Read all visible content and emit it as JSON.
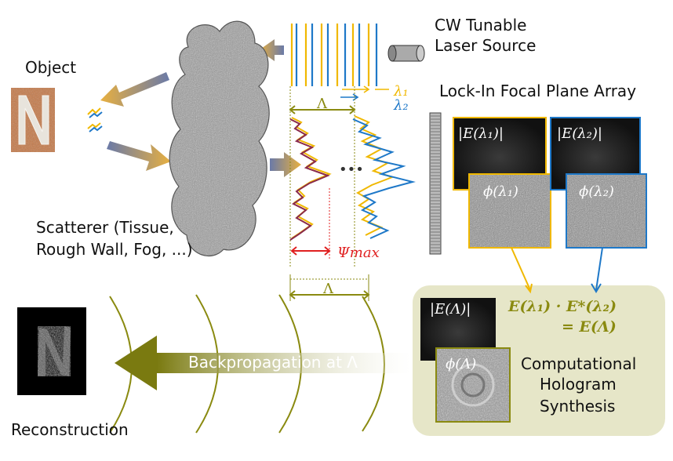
{
  "labels": {
    "object": "Object",
    "laser_line1": "CW Tunable",
    "laser_line2": "Laser Source",
    "lockin": "Lock-In Focal Plane Array",
    "scatterer_line1": "Scatterer (Tissue,",
    "scatterer_line2": "Rough Wall, Fog, ...)",
    "reconstruction": "Reconstruction",
    "backprop": "Backpropagation at Λ",
    "synth_line1": "Computational",
    "synth_line2": "Hologram",
    "synth_line3": "Synthesis"
  },
  "math": {
    "lambda1": "λ₁",
    "lambda2": "λ₂",
    "Lambda_top": "Λ",
    "Lambda_bottom": "Λ",
    "psi_max": "Ψmax",
    "E_lambda1": "|E(λ₁)|",
    "E_lambda2": "|E(λ₂)|",
    "phi_lambda1": "ϕ(λ₁)",
    "phi_lambda2": "ϕ(λ₂)",
    "E_Lambda": "|E(Λ)|",
    "phi_Lambda": "ϕ(Λ)",
    "synth_eq_line1": "E(λ₁) · E*(λ₂)",
    "synth_eq_line2": "= E(Λ)",
    "ellipsis": "•••"
  },
  "colors": {
    "yellow": "#f0b800",
    "blue": "#1e78c8",
    "olive": "#8a8a10",
    "red": "#e02020",
    "maroon": "#8a2a4a",
    "panel_bg": "#e6e6c8",
    "arrow_blue": "#5a7ab0",
    "arrow_gold": "#e8b040"
  },
  "icons": {
    "laser": "laser-cylinder-icon",
    "scatterer": "speckle-cloud-icon",
    "fpa": "detector-array-icon"
  }
}
